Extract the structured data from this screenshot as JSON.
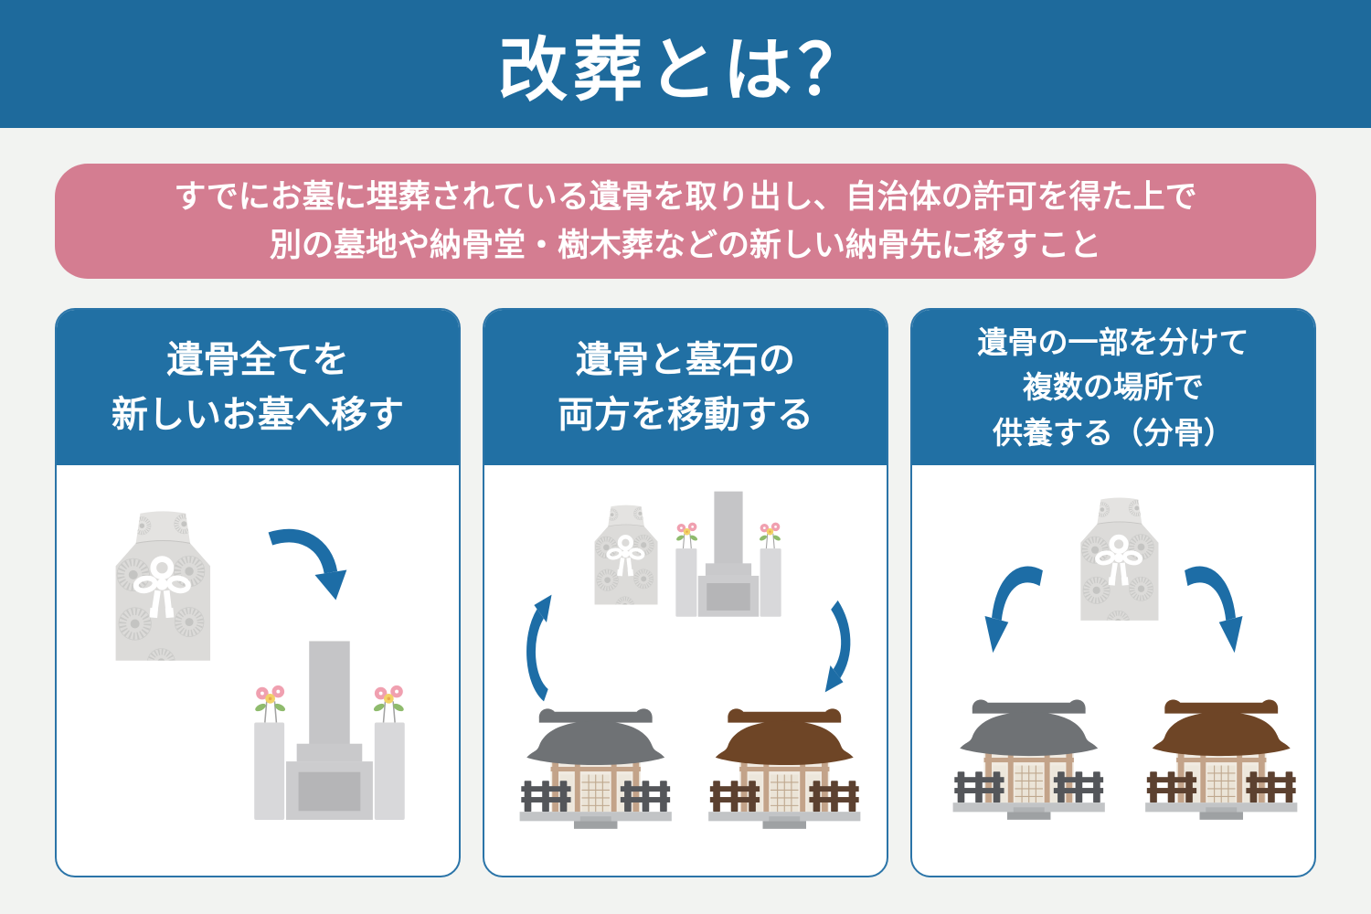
{
  "page": {
    "title": "改葬とは？",
    "colors": {
      "band_blue": "#1e6a9c",
      "card_header_blue": "#2170a4",
      "pink": "#d47d91",
      "arrow_blue": "#1d6da6",
      "card_border_blue": "#2b74a8",
      "background": "#f2f3f1",
      "temple_roof_gray": "#6f7275",
      "temple_roof_brown": "#6e4526"
    }
  },
  "description": {
    "line1": "すでにお墓に埋葬されている遺骨を取り出し、自治体の許可を得た上で",
    "line2": "別の墓地や納骨堂・樹木葬などの新しい納骨先に移すこと"
  },
  "cards": [
    {
      "id": "move-all-remains",
      "title_lines": [
        "遺骨全てを",
        "新しいお墓へ移す"
      ],
      "icons": [
        "urn",
        "curved-arrow-down-right",
        "gravestone"
      ]
    },
    {
      "id": "move-remains-and-stone",
      "title_lines": [
        "遺骨と墓石の",
        "両方を移動する"
      ],
      "icons": [
        "curved-arrow-up",
        "urn",
        "gravestone",
        "curved-arrow-down",
        "temple-gray",
        "temple-brown"
      ]
    },
    {
      "id": "divide-remains",
      "title_lines": [
        "遺骨の一部を分けて",
        "複数の場所で",
        "供養する（分骨）"
      ],
      "icons": [
        "urn",
        "curved-arrow-down-left",
        "curved-arrow-down-right",
        "temple-gray",
        "temple-brown"
      ]
    }
  ]
}
